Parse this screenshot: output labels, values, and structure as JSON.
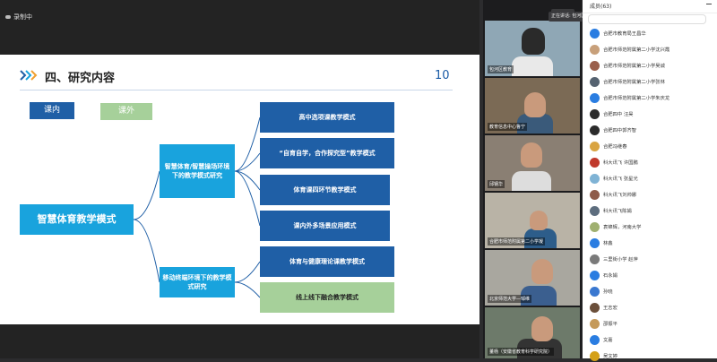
{
  "status": {
    "recording": "录制中"
  },
  "slide": {
    "section_title": "四、研究内容",
    "page_number": "10",
    "tab_in": "课内",
    "tab_out": "课外",
    "root": "智慧体育教学模式",
    "branch1": "智慧体育/智慧操场环境下的教学模式研究",
    "branch2": "移动终端环境下的教学模式研究",
    "leaves": [
      "高中选项课教学模式",
      "“自育自学，合作探究型”教学模式",
      "体育课四环节教学模式",
      "课内外多场景应用模式",
      "体育与健康理论课教学模式",
      "线上线下融合教学模式"
    ]
  },
  "banner": "正在讲话: 包河区教育...",
  "video_tiles": [
    {
      "label": "包河区教育"
    },
    {
      "label": "教育信息中心鲁宁"
    },
    {
      "label": "邱钢华"
    },
    {
      "label": "合肥市师范附属第二小学凝"
    },
    {
      "label": "北京师范大学—邹维"
    },
    {
      "label": "董杨（安徽省教育科学研究院）"
    }
  ],
  "members_panel": {
    "title": "成员(63)",
    "members": [
      {
        "name": "合肥市教育局王昌华",
        "color": "#2a7de1"
      },
      {
        "name": "合肥市师范附属第二小学沈兴霞",
        "color": "#c8a07a"
      },
      {
        "name": "合肥市师范附属第二小学吴诚",
        "color": "#9a5f4c"
      },
      {
        "name": "合肥市师范附属第二小学张林",
        "color": "#556270"
      },
      {
        "name": "合肥市师范附属第二小学朱庆龙",
        "color": "#2a7de1"
      },
      {
        "name": "合肥四中 汪昊",
        "color": "#2b2b2b"
      },
      {
        "name": "合肥四中郭齐智",
        "color": "#2b2b2b"
      },
      {
        "name": "合肥冯继春",
        "color": "#d9a441"
      },
      {
        "name": "科大讯飞 许国鹏",
        "color": "#c0392b"
      },
      {
        "name": "科大讯飞 张星光",
        "color": "#7fb3d5"
      },
      {
        "name": "科大讯飞刘帅娜",
        "color": "#8e5b4a"
      },
      {
        "name": "科大讯飞陈娟",
        "color": "#5d6d7e"
      },
      {
        "name": "袁锦辉，河南大学",
        "color": "#a0b070"
      },
      {
        "name": "林鑫",
        "color": "#2a7de1"
      },
      {
        "name": "三里街小学 赵萍",
        "color": "#7a7a7a"
      },
      {
        "name": "石永娟",
        "color": "#2a7de1"
      },
      {
        "name": "孙晓",
        "color": "#3a78d0"
      },
      {
        "name": "王志宏",
        "color": "#6b4f3b"
      },
      {
        "name": "邵振平",
        "color": "#c59a5a"
      },
      {
        "name": "文嘉",
        "color": "#2a7de1"
      },
      {
        "name": "吴文婷",
        "color": "#d4a017"
      }
    ]
  },
  "colors": {
    "accent_dark": "#1f5fa6",
    "accent_light": "#19a3dd",
    "accent_green": "#a6d09a"
  }
}
